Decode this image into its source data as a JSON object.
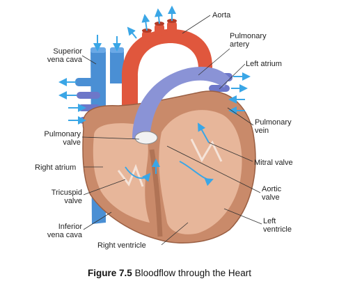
{
  "labels": {
    "aorta": "Aorta",
    "pulmonary_artery": "Pulmonary\nartery",
    "superior_vena_cava": "Superior\nvena cava",
    "left_atrium": "Left atrium",
    "pulmonary_vein": "Pulmonary\nvein",
    "pulmonary_valve": "Pulmonary\nvalve",
    "mitral_valve": "Mitral valve",
    "right_atrium": "Right atrium",
    "tricuspid_valve": "Tricuspid\nvalve",
    "aortic_valve": "Aortic\nvalve",
    "inferior_vena_cava": "Inferior\nvena cava",
    "left_ventricle": "Left\nventricle",
    "right_ventricle": "Right ventricle"
  },
  "caption": {
    "figure_number": "Figure 7.5",
    "text": "Bloodflow through the Heart"
  },
  "colors": {
    "deoxygenated_vessel": "#4a8fd4",
    "oxygenated_vessel": "#e0573d",
    "pulmonary_artery": "#8a93d6",
    "heart_wall": "#c98a6a",
    "heart_interior": "#e7b69a",
    "flow_arrow": "#3aa6e6"
  }
}
